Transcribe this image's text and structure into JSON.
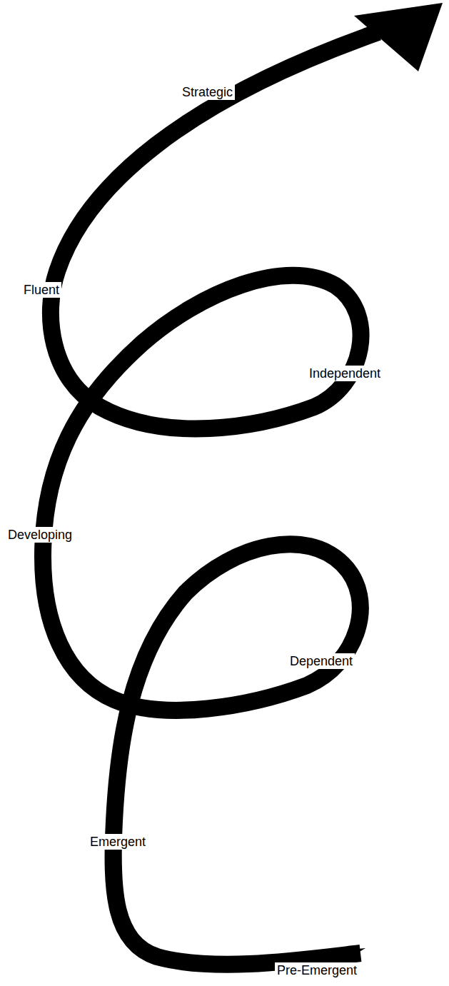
{
  "diagram": {
    "labels": [
      "Strategic",
      "Fluent",
      "Independent",
      "Developing",
      "Dependent",
      "Emergent",
      "Pre-Emergent"
    ]
  }
}
